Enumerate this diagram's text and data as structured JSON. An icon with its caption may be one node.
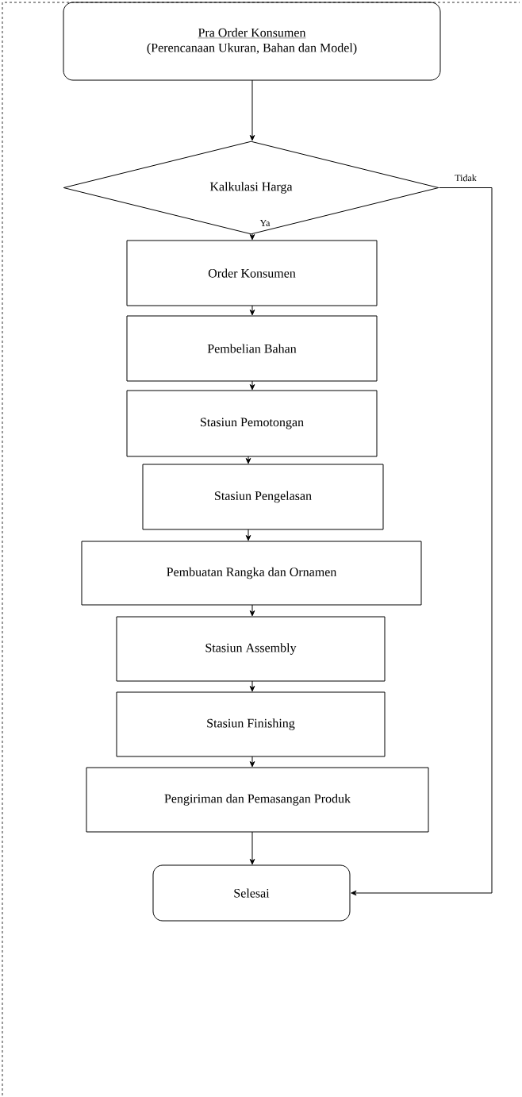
{
  "diagram": {
    "nodes": [
      {
        "text": [
          "Pra Order Konsumen",
          "(Perencanaan Ukuran, Bahan dan Model)"
        ]
      },
      {
        "text": [
          "Kalkulasi Harga"
        ]
      },
      {
        "text": [
          "Order Konsumen"
        ]
      },
      {
        "text": [
          "Pembelian Bahan"
        ]
      },
      {
        "text": [
          "Stasiun Pemotongan"
        ]
      },
      {
        "text": [
          "Stasiun Pengelasan"
        ]
      },
      {
        "text": [
          "Pembuatan Rangka dan Ornamen"
        ]
      },
      {
        "text": [
          "Stasiun Assembly"
        ]
      },
      {
        "text": [
          "Stasiun Finishing"
        ]
      },
      {
        "text": [
          "Pengiriman dan Pemasangan Produk"
        ]
      },
      {
        "text": [
          "Selesai"
        ]
      }
    ],
    "edges": [
      {
        "from": 0,
        "to": 1,
        "arrow": "to"
      },
      {
        "from": 1,
        "to": 2,
        "arrow": "to",
        "label": "Ya"
      },
      {
        "from": 2,
        "to": 3,
        "arrow": "to"
      },
      {
        "from": 3,
        "to": 4,
        "arrow": "to"
      },
      {
        "from": 4,
        "to": 5,
        "arrow": "to"
      },
      {
        "from": 5,
        "to": 6,
        "arrow": "to"
      },
      {
        "from": 6,
        "to": 7,
        "arrow": "to"
      },
      {
        "from": 7,
        "to": 8,
        "arrow": "to"
      },
      {
        "from": 8,
        "to": 9,
        "arrow": "to"
      },
      {
        "from": 9,
        "to": 10,
        "arrow": "to"
      },
      {
        "from": 1,
        "to": 10,
        "arrow": "to",
        "label": "Tidak"
      }
    ]
  }
}
